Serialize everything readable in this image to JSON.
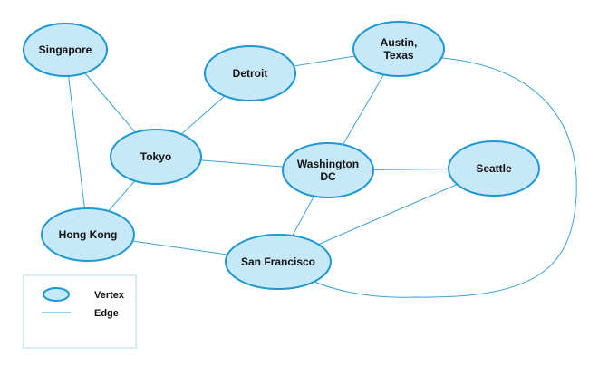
{
  "nodes": [
    {
      "id": "singapore",
      "lines": [
        "Singapore"
      ]
    },
    {
      "id": "detroit",
      "lines": [
        "Detroit"
      ]
    },
    {
      "id": "austin",
      "lines": [
        "Austin,",
        "Texas"
      ]
    },
    {
      "id": "tokyo",
      "lines": [
        "Tokyo"
      ]
    },
    {
      "id": "washington",
      "lines": [
        "Washington",
        "DC"
      ]
    },
    {
      "id": "seattle",
      "lines": [
        "Seattle"
      ]
    },
    {
      "id": "hongkong",
      "lines": [
        "Hong Kong"
      ]
    },
    {
      "id": "sanfrancisco",
      "lines": [
        "San Francisco"
      ]
    }
  ],
  "edges": [
    [
      "singapore",
      "tokyo"
    ],
    [
      "singapore",
      "hongkong"
    ],
    [
      "tokyo",
      "detroit"
    ],
    [
      "detroit",
      "austin"
    ],
    [
      "tokyo",
      "washington"
    ],
    [
      "tokyo",
      "hongkong"
    ],
    [
      "austin",
      "washington"
    ],
    [
      "washington",
      "seattle"
    ],
    [
      "washington",
      "sanfrancisco"
    ],
    [
      "hongkong",
      "sanfrancisco"
    ],
    [
      "seattle",
      "sanfrancisco"
    ],
    [
      "austin",
      "sanfrancisco"
    ]
  ],
  "legend": {
    "vertex_label": "Vertex",
    "edge_label": "Edge"
  },
  "colors": {
    "node_fill": "#c7e8f8",
    "node_stroke": "#1c98d5",
    "edge": "#3aa2d8"
  }
}
